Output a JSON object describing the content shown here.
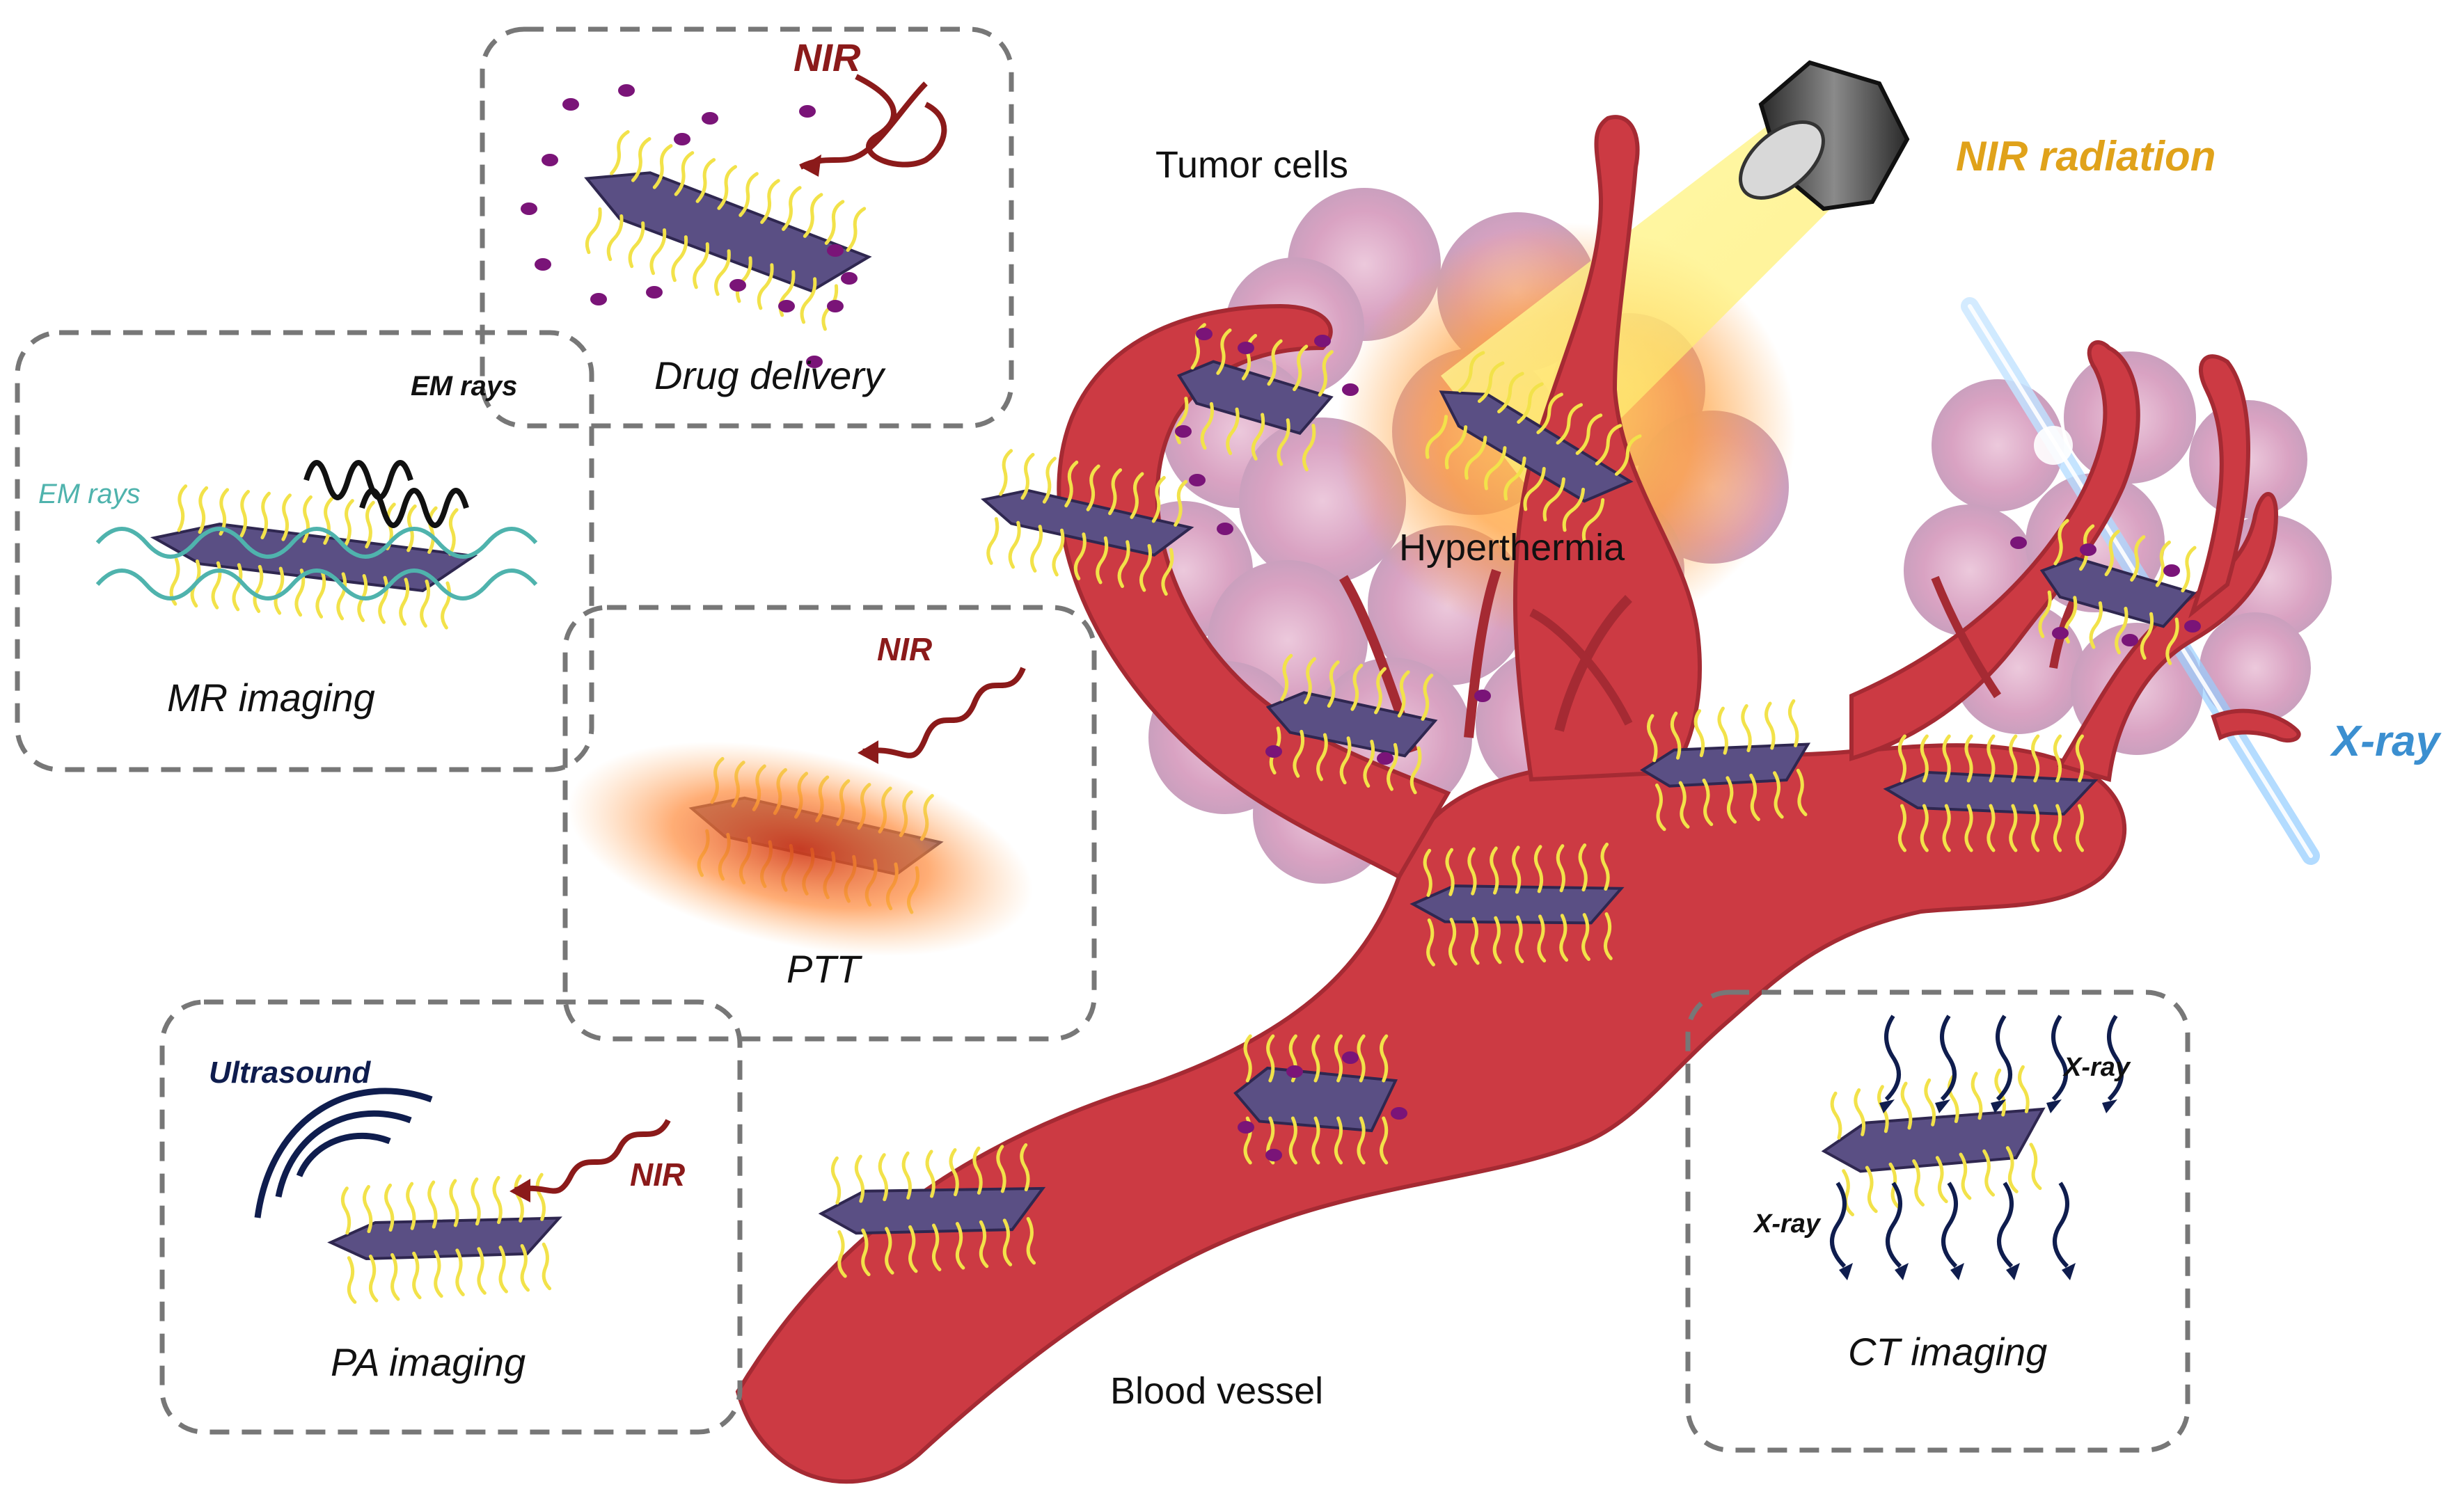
{
  "labels": {
    "drug_delivery": "Drug delivery",
    "mr_imaging": "MR imaging",
    "ptt": "PTT",
    "pa_imaging": "PA imaging",
    "ct_imaging": "CT imaging",
    "tumor_cells": "Tumor cells",
    "hyperthermia": "Hyperthermia",
    "blood_vessel": "Blood vessel",
    "nir_radiation": "NIR radiation",
    "x_ray": "X-ray",
    "nir_drug": "NIR",
    "nir_ptt": "NIR",
    "nir_pa": "NIR",
    "em_rays_dark": "EM rays",
    "em_rays_teal": "EM rays",
    "ultrasound": "Ultrasound",
    "x_ray_ct_top": "X-ray",
    "x_ray_ct_bottom": "X-ray"
  },
  "colors": {
    "vessel": "#cc3a43",
    "nanosheet": "#5a4f84",
    "ligand": "#f2e24a",
    "drug": "#7a1478",
    "nir_wave": "#8b1a1a",
    "em_teal": "#4fb3ad",
    "ultrasound": "#0f1d4e",
    "xray_arrows": "#0f1d4e",
    "tumor_cell": "#e3b3cf",
    "nir_beam": "#fff27a",
    "box_border": "#707070"
  }
}
